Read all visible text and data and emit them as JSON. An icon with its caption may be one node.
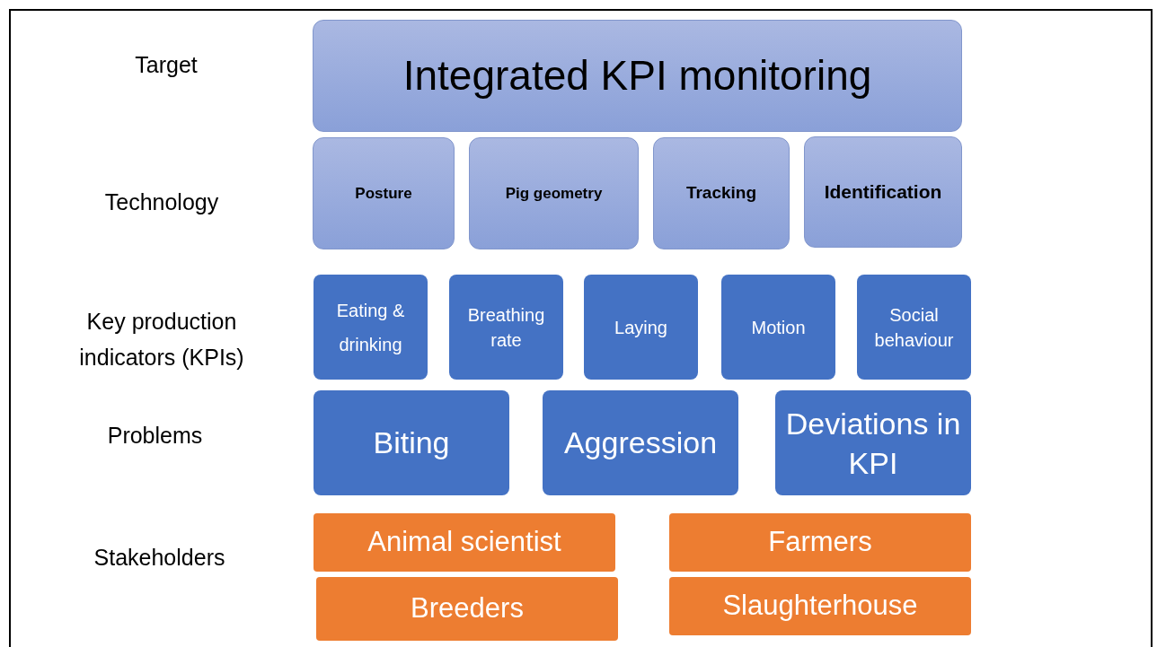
{
  "diagram": {
    "nodes": [
      {
        "text": [
          "Integrated KPI monitoring"
        ]
      },
      {
        "text": [
          "Posture"
        ]
      },
      {
        "text": [
          "Pig geometry"
        ]
      },
      {
        "text": [
          "Tracking"
        ]
      },
      {
        "text": [
          "Identification"
        ]
      },
      {
        "text": [
          "Eating & drinking"
        ]
      },
      {
        "text": [
          "Breathing rate"
        ]
      },
      {
        "text": [
          "Laying"
        ]
      },
      {
        "text": [
          "Motion"
        ]
      },
      {
        "text": [
          "Social behaviour"
        ]
      },
      {
        "text": [
          "Biting"
        ]
      },
      {
        "text": [
          "Aggression"
        ]
      },
      {
        "text": [
          "Deviations in KPI"
        ]
      },
      {
        "text": [
          "Animal scientist"
        ]
      },
      {
        "text": [
          "Farmers"
        ]
      },
      {
        "text": [
          "Breeders"
        ]
      },
      {
        "text": [
          "Slaughterhouse"
        ]
      }
    ],
    "labels": [
      "Target",
      "Technology",
      "Key production indicators (KPIs)",
      "Problems",
      "Stakeholders"
    ]
  }
}
